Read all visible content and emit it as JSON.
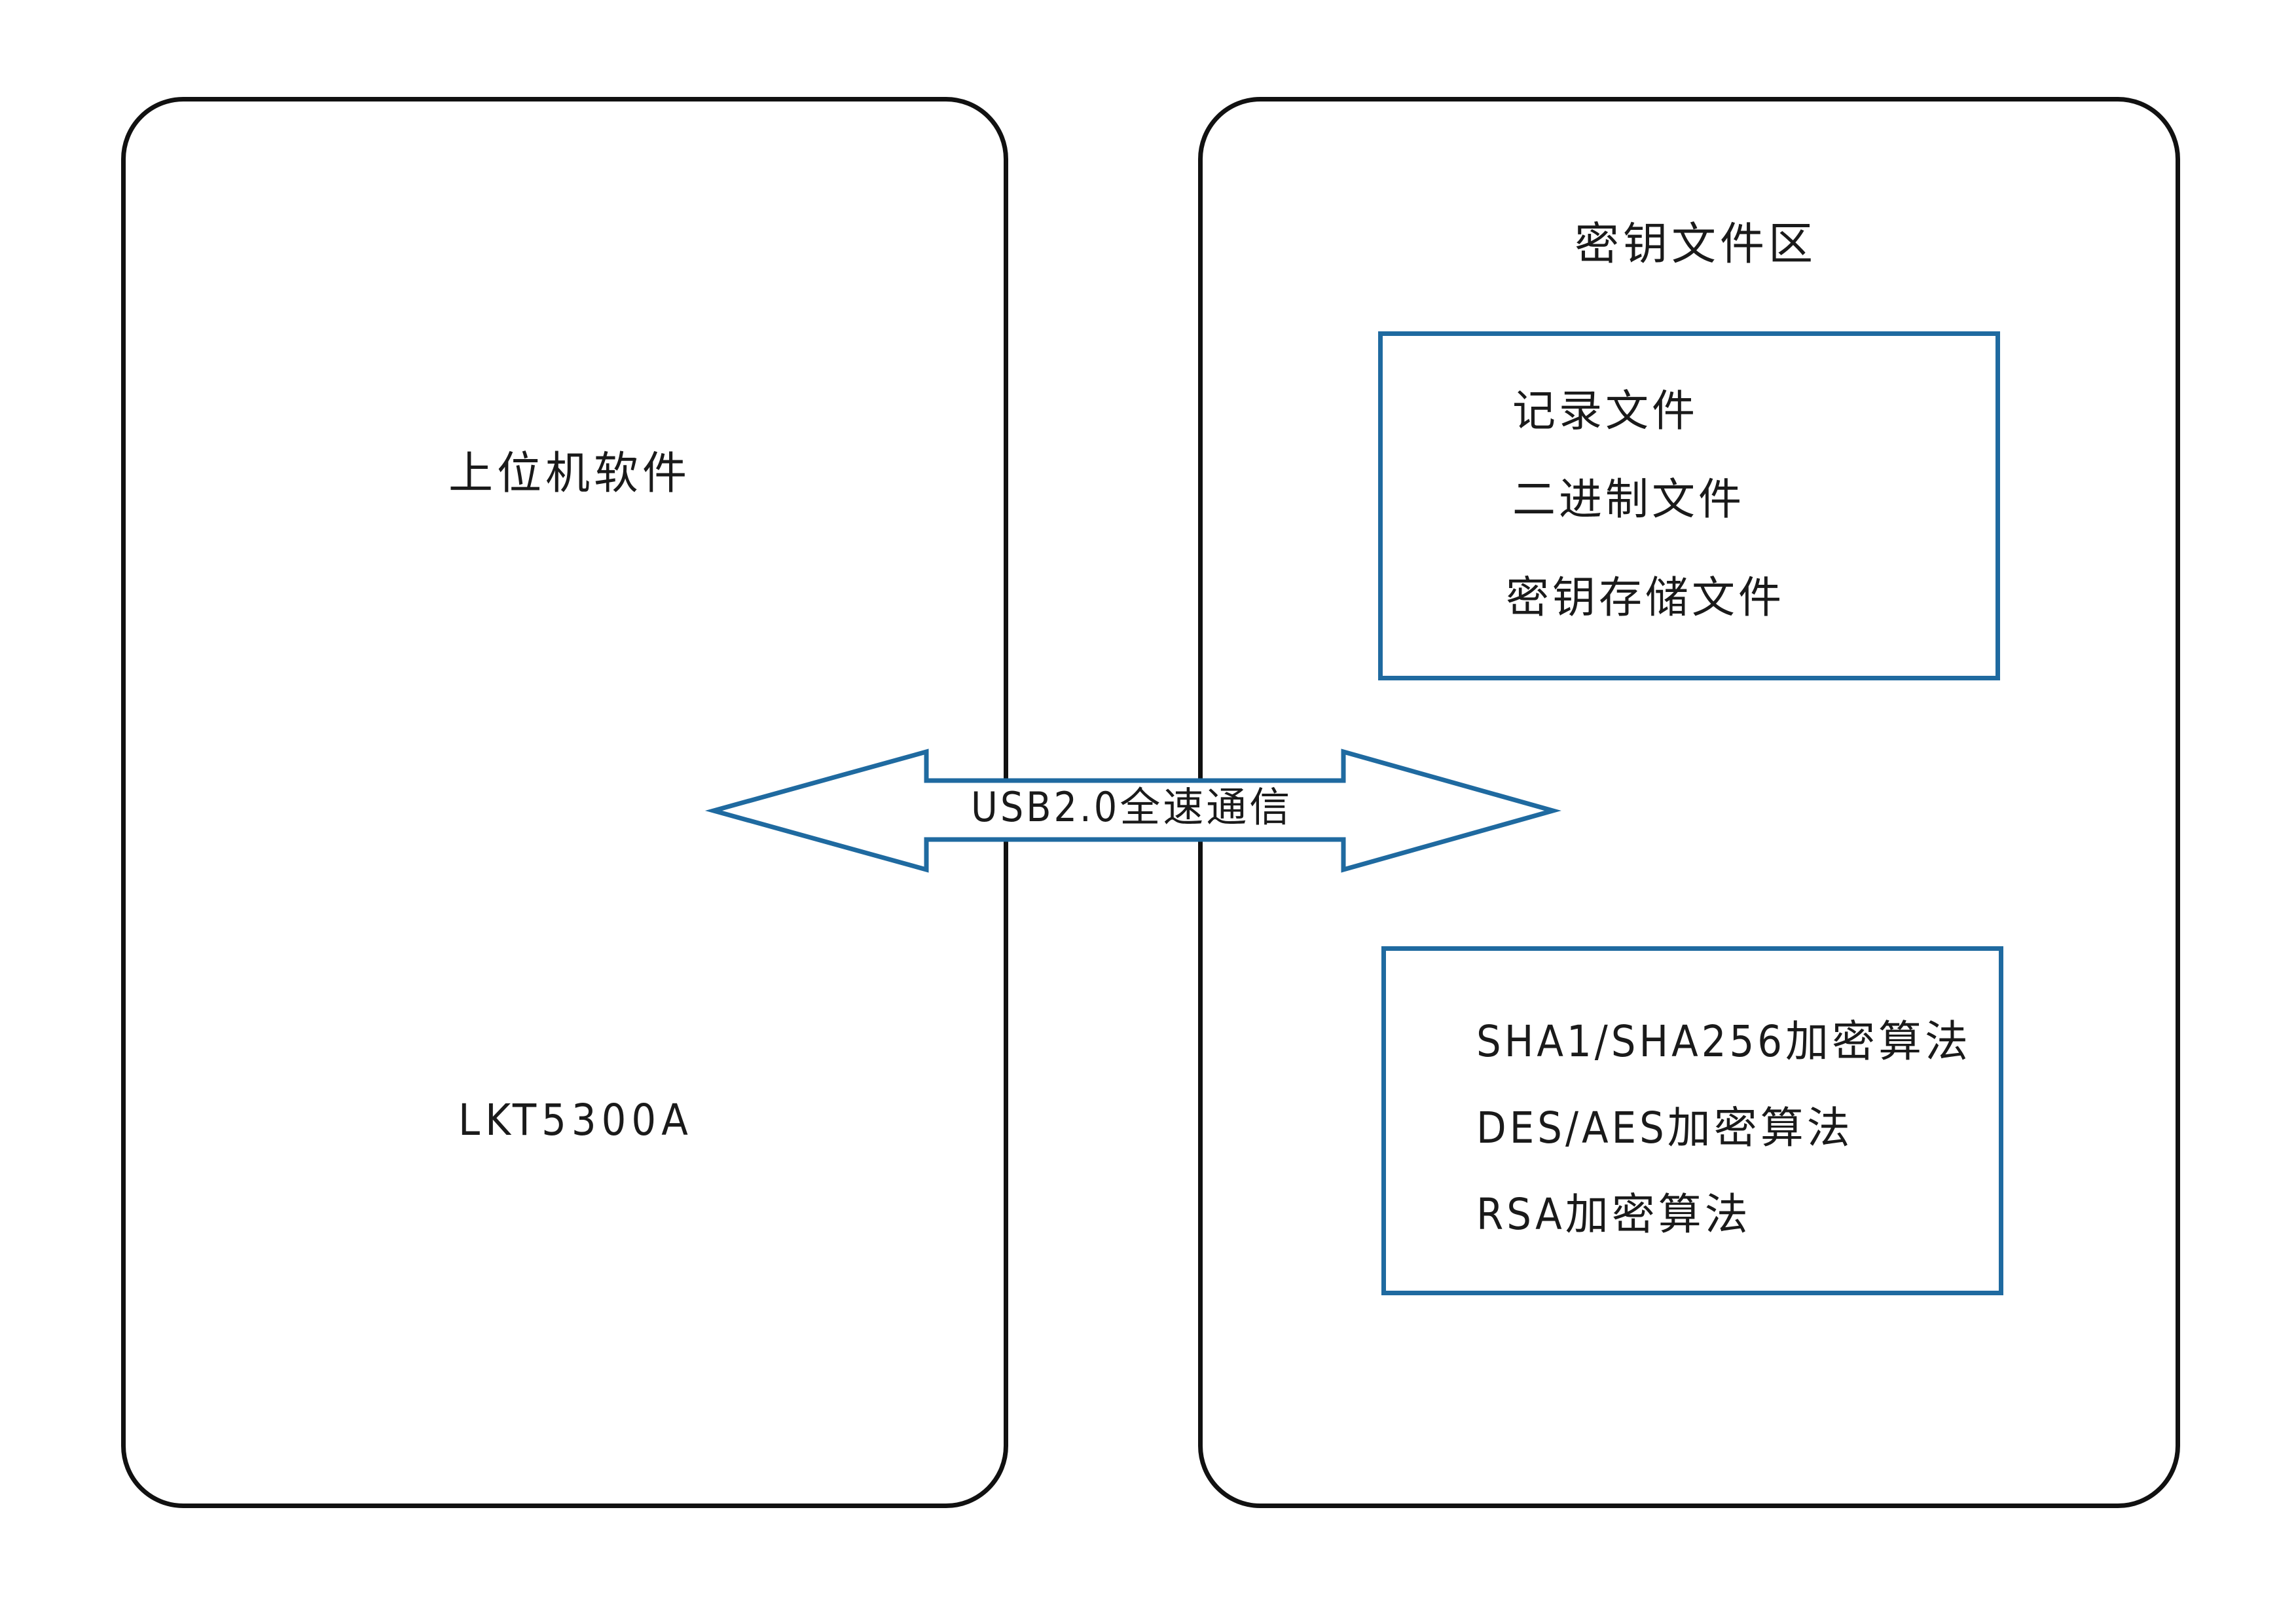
{
  "host": {
    "title": "上位机软件",
    "chip_model": "LKT5300A"
  },
  "key_file_area": {
    "title": "密钥文件区",
    "files": [
      {
        "label": "记录文件"
      },
      {
        "label": "二进制文件"
      },
      {
        "label": "密钥存储文件"
      }
    ],
    "algorithms": [
      {
        "label": "SHA1/SHA256加密算法"
      },
      {
        "label": "DES/AES加密算法"
      },
      {
        "label": "RSA加密算法"
      }
    ]
  },
  "link": {
    "label": "USB2.0全速通信"
  },
  "colors": {
    "outline": "#111111",
    "accent": "#1f6aa0",
    "background": "#ffffff"
  }
}
